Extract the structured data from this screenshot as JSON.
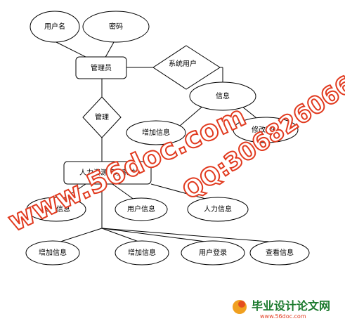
{
  "diagram": {
    "entities": {
      "admin": "管理员",
      "system": "人力资源管理系统"
    },
    "relationships": {
      "system_user": "系统用户",
      "manage": "管理"
    },
    "attributes": {
      "username": "用户名",
      "password": "密码",
      "info": "信息",
      "change_password": "修改密码",
      "add_info_top": "增加信息",
      "basic_info": "基本信息",
      "user_info": "用户信息",
      "hr_info": "人力信息",
      "add_info_1": "增加信息",
      "add_info_2": "增加信息",
      "user_login": "用户登录",
      "view_info": "查看信息"
    }
  },
  "watermark": {
    "site": "www.56doc.com",
    "qq": "QQ:306826066",
    "brand": "毕业设计论文网",
    "brand_url": "www.56doc.com",
    "colors": {
      "fill": "#ffffff",
      "stroke": "#e13a1f",
      "accent": "#1c7a2e"
    }
  }
}
